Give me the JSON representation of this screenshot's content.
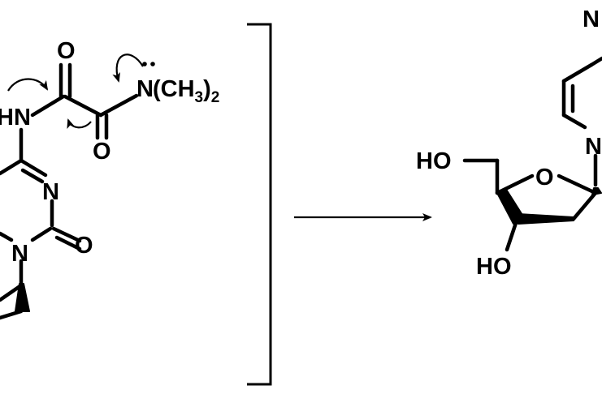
{
  "left_structure": {
    "labels": {
      "hn": "HN",
      "o_top": "O",
      "o_lower": "O",
      "n_amine": "N",
      "amine_group_open": "(CH",
      "amine_group_sub": "3",
      "amine_group_close": ")",
      "amine_group_count": "2",
      "n_ring_top": "N",
      "o_ring": "O",
      "n_ring_bottom": "N"
    }
  },
  "right_structure": {
    "labels": {
      "n_top": "N",
      "n_ring": "N",
      "ho_primary": "HO",
      "o_furanose": "O",
      "ho_secondary": "HO"
    }
  },
  "icons": {
    "reaction_arrow": "reaction-arrow-icon",
    "bracket": "right-bracket-icon",
    "curly_arrows": "curved-electron-arrow-icon",
    "lone_pair": "lone-pair-dots-icon"
  },
  "colors": {
    "ink": "#000000",
    "background": "#ffffff"
  }
}
